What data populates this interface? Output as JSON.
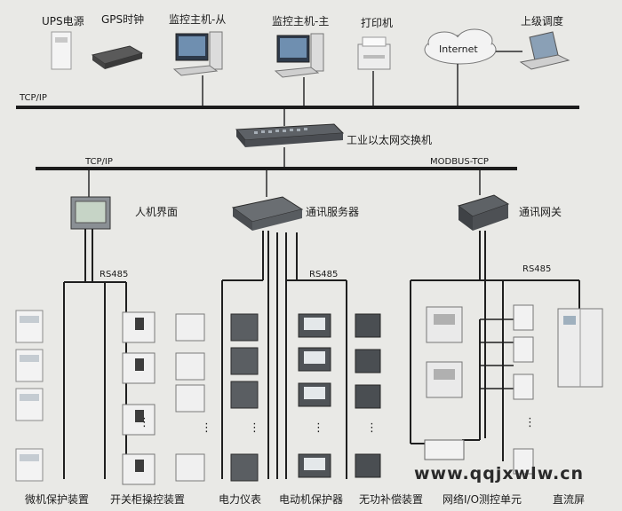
{
  "top": {
    "ups": "UPS电源",
    "gps": "GPS时钟",
    "slave": "监控主机-从",
    "master": "监控主机-主",
    "printer": "打印机",
    "internet": "Internet",
    "dispatch": "上级调度"
  },
  "buses": {
    "tcpip_top": "TCP/IP",
    "tcpip_mid": "TCP/IP",
    "modbus": "MODBUS-TCP",
    "rs485_left": "RS485",
    "rs485_mid": "RS485",
    "rs485_right": "RS485"
  },
  "mid": {
    "switch": "工业以太网交换机",
    "hmi": "人机界面",
    "comm_server": "通讯服务器",
    "gateway": "通讯网关"
  },
  "bottom": {
    "micro_protect": "微机保护装置",
    "switchgear": "开关柜操控装置",
    "meter": "电力仪表",
    "motor_protect": "电动机保护器",
    "var_comp": "无功补偿装置",
    "io_unit": "网络I/O测控单元",
    "dc_screen": "直流屏"
  },
  "dots": "⋮",
  "watermark": "www.qqjxwlw.cn"
}
